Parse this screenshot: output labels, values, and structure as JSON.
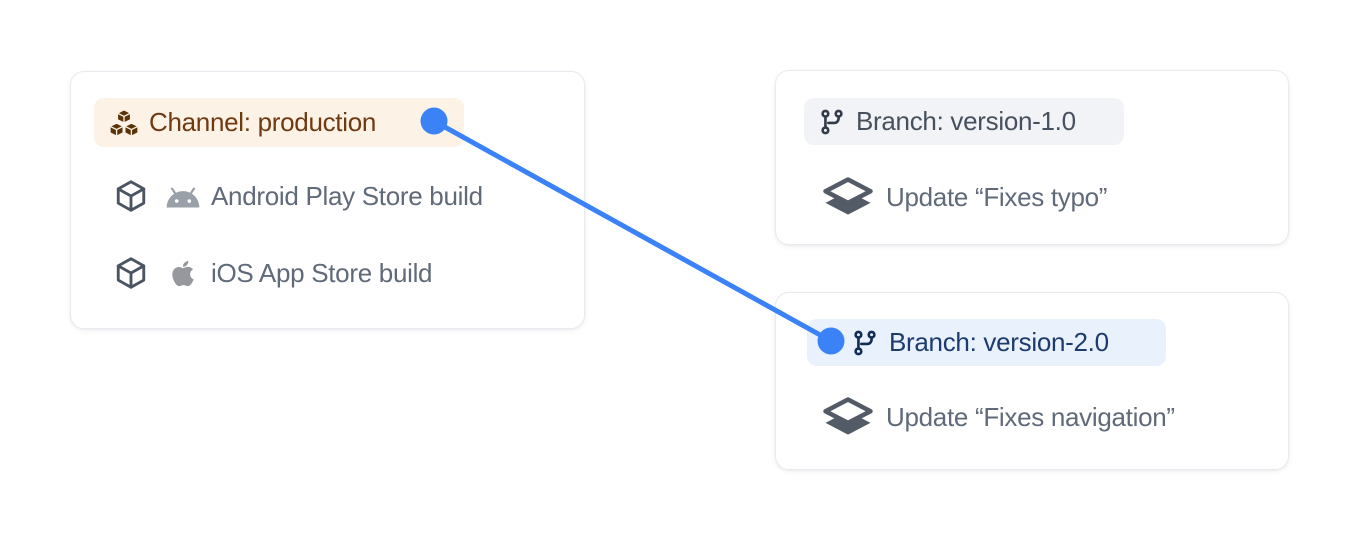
{
  "diagram": {
    "channel": {
      "title": "Channel: production",
      "builds": [
        {
          "platform": "android",
          "label": "Android Play Store build"
        },
        {
          "platform": "apple",
          "label": "iOS App Store build"
        }
      ]
    },
    "branches": [
      {
        "title": "Branch: version-1.0",
        "update": "Update “Fixes typo”"
      },
      {
        "title": "Branch: version-2.0",
        "update": "Update “Fixes navigation”"
      }
    ],
    "connection": {
      "from": "Channel: production",
      "to": "Branch: version-2.0"
    }
  },
  "icons": {
    "channel_badge": "boxes-icon",
    "build_row": "cube-icon",
    "android": "android-icon",
    "apple": "apple-icon",
    "branch_badge": "git-branch-icon",
    "update_row": "layers-icon"
  },
  "colors": {
    "accent_blue": "#3b82f6",
    "channel_badge_bg": "#fdf2e6",
    "channel_badge_text": "#6f3a12",
    "channel_icon": "#5b3309",
    "branch1_badge_bg": "#f2f3f6",
    "branch1_badge_text": "#47505e",
    "branch1_icon": "#333b49",
    "branch2_badge_bg": "#e9f1fd",
    "branch2_badge_text": "#1d3b6e",
    "branch2_icon": "#132c55",
    "row_text": "#606a78",
    "slate_icon": "#4b5462",
    "platform_icon_gray": "#9aa0a8",
    "card_border": "#e8eaef",
    "card_bg": "#ffffff"
  }
}
